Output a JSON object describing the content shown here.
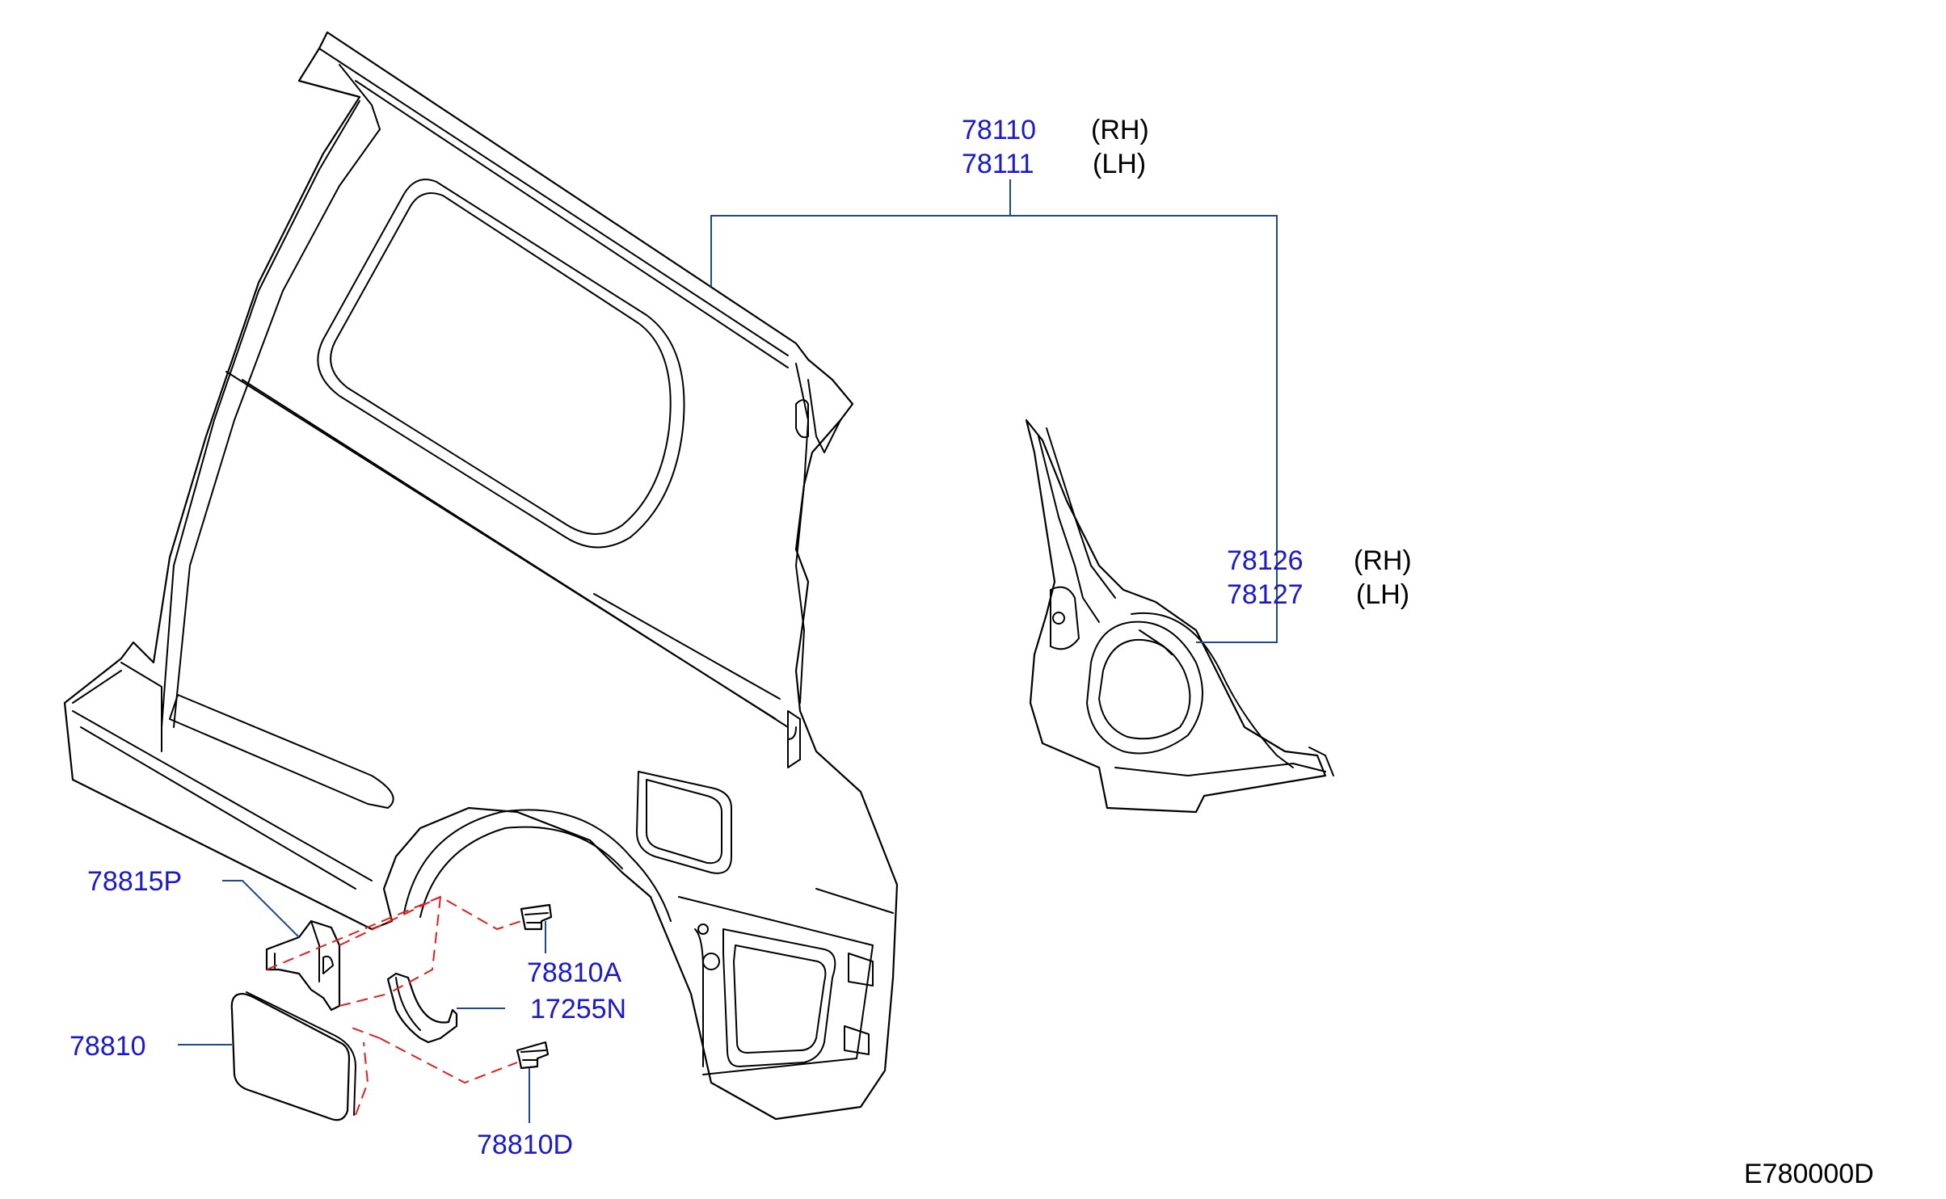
{
  "callouts": {
    "outer_panel_rh": {
      "part": "78110",
      "side": "(RH)"
    },
    "outer_panel_lh": {
      "part": "78111",
      "side": "(LH)"
    },
    "inner_panel_rh": {
      "part": "78126",
      "side": "(RH)"
    },
    "inner_panel_lh": {
      "part": "78127",
      "side": "(LH)"
    },
    "filler_lid_bracket": {
      "part": "78815P"
    },
    "filler_lid_bumper_upper": {
      "part": "78810A"
    },
    "filler_hose_holder": {
      "part": "17255N"
    },
    "filler_lid": {
      "part": "78810"
    },
    "filler_lid_bumper_lower": {
      "part": "78810D"
    }
  },
  "figure_code": "E780000D",
  "colors": {
    "part_number_text": "#1a1acc",
    "leader_line": "#1c4a8c",
    "hidden_line": "#e0201e",
    "outline": "#000000"
  }
}
